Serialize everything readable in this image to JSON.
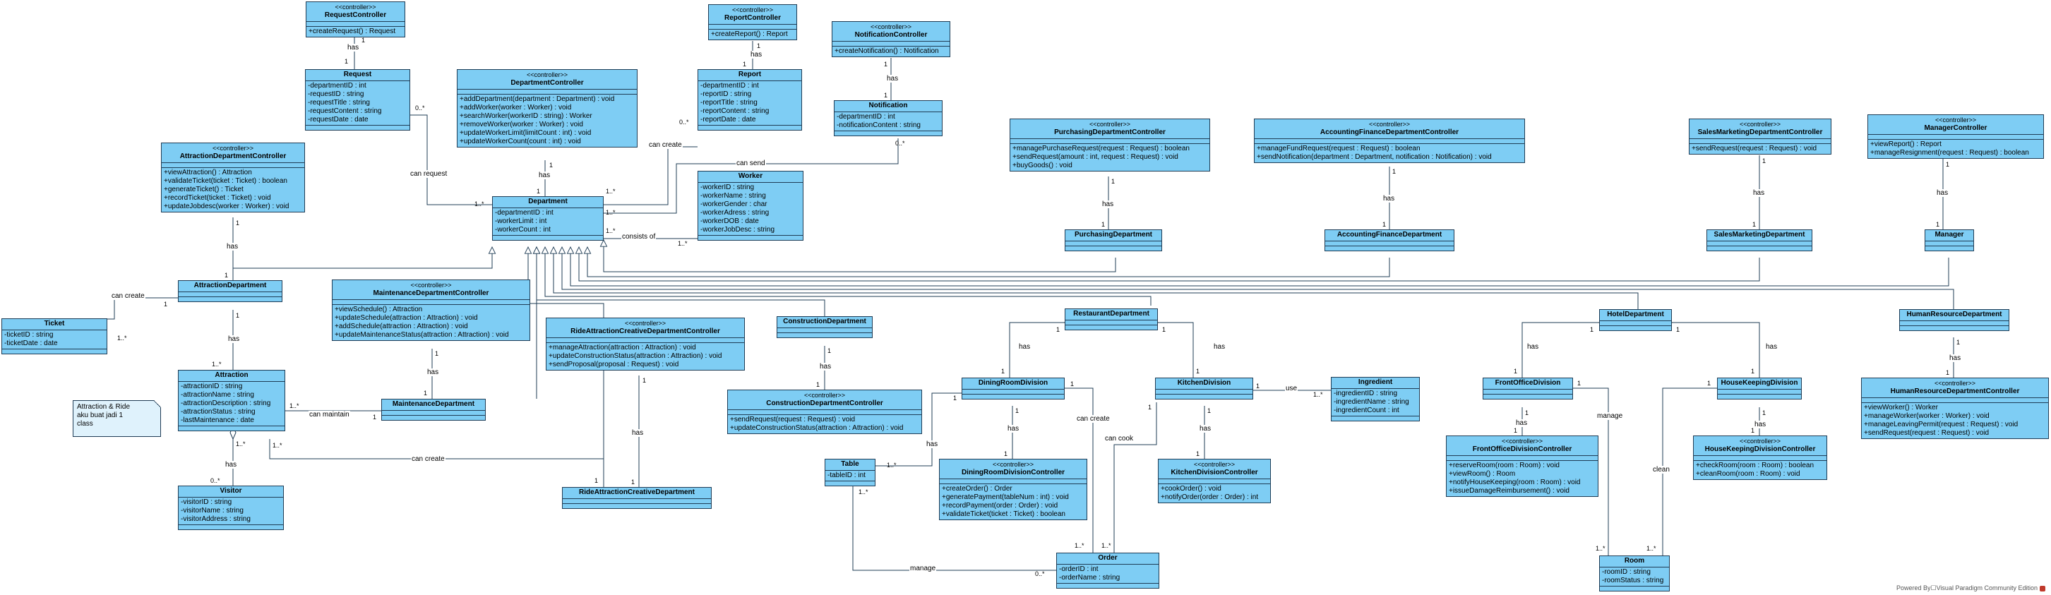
{
  "classes": {
    "request_controller": {
      "stereotype": "<<controller>>",
      "name": "RequestController",
      "attributes": [],
      "operations": [
        "+createRequest() : Request"
      ]
    },
    "request": {
      "stereotype": "",
      "name": "Request",
      "attributes": [
        "-departmentID : int",
        "-requestID : string",
        "-requestTitle : string",
        "-requestContent : string",
        "-requestDate : date"
      ],
      "operations": []
    },
    "department_controller": {
      "stereotype": "<<controller>>",
      "name": "DepartmentController",
      "attributes": [],
      "operations": [
        "+addDepartment(department : Department) : void",
        "+addWorker(worker : Worker) : void",
        "+searchWorker(workerID : string) : Worker",
        "+removeWorker(worker : Worker) : void",
        "+updateWorkerLimit(limitCount : int) : void",
        "+updateWorkerCount(count : int) : void"
      ]
    },
    "report_controller": {
      "stereotype": "<<controller>>",
      "name": "ReportController",
      "attributes": [],
      "operations": [
        "+createReport() : Report"
      ]
    },
    "report": {
      "stereotype": "",
      "name": "Report",
      "attributes": [
        "-departmentID : int",
        "-reportID : string",
        "-reportTitle : string",
        "-reportContent : string",
        "-reportDate : date"
      ],
      "operations": []
    },
    "notification_controller": {
      "stereotype": "<<controller>>",
      "name": "NotificationController",
      "attributes": [],
      "operations": [
        "+createNotification() : Notification"
      ]
    },
    "notification": {
      "stereotype": "",
      "name": "Notification",
      "attributes": [
        "-departmentID : int",
        "-notificationContent : string"
      ],
      "operations": []
    },
    "worker": {
      "stereotype": "",
      "name": "Worker",
      "attributes": [
        "-workerID : string",
        "-workerName : string",
        "-workerGender : char",
        "-workerAdress : string",
        "-workerDOB : date",
        "-workerJobDesc : string"
      ],
      "operations": []
    },
    "department": {
      "stereotype": "",
      "name": "Department",
      "attributes": [
        "-departmentID : int",
        "-workerLimit : int",
        "-workerCount : int"
      ],
      "operations": []
    },
    "attraction_department_controller": {
      "stereotype": "<<controller>>",
      "name": "AttractionDepartmentController",
      "attributes": [],
      "operations": [
        "+viewAttraction() : Attraction",
        "+validateTicket(ticket : Ticket) : boolean",
        "+generateTicket() : Ticket",
        "+recordTicket(ticket : Ticket) : void",
        "+updateJobdesc(worker : Worker) : void"
      ]
    },
    "attraction_department": {
      "stereotype": "",
      "name": "AttractionDepartment",
      "attributes": [],
      "operations": []
    },
    "ticket": {
      "stereotype": "",
      "name": "Ticket",
      "attributes": [
        "-ticketID : string",
        "-ticketDate : date"
      ],
      "operations": []
    },
    "attraction": {
      "stereotype": "",
      "name": "Attraction",
      "attributes": [
        "-attractionID : string",
        "-attractionName : string",
        "-attractionDescription : string",
        "-attractionStatus : string",
        "-lastMaintenance : date"
      ],
      "operations": []
    },
    "visitor": {
      "stereotype": "",
      "name": "Visitor",
      "attributes": [
        "-visitorID : string",
        "-visitorName : string",
        "-visitorAddress : string"
      ],
      "operations": []
    },
    "maintenance_department_controller": {
      "stereotype": "<<controller>>",
      "name": "MaintenanceDepartmentController",
      "attributes": [],
      "operations": [
        "+viewSchedule() : Attraction",
        "+updateSchedule(attraction : Attraction) : void",
        "+addSchedule(attraction : Attraction) : void",
        "+updateMaintenanceStatus(attraction : Attraction) : void"
      ]
    },
    "maintenance_department": {
      "stereotype": "",
      "name": "MaintenanceDepartment",
      "attributes": [],
      "operations": []
    },
    "ride_attraction_creative_department_controller": {
      "stereotype": "<<controller>>",
      "name": "RideAttractionCreativeDepartmentController",
      "attributes": [],
      "operations": [
        "+manageAttraction(attraction : Attraction) : void",
        "+updateConstructionStatus(attraction : Attraction) : void",
        "+sendProposal(proposal : Request) : void"
      ]
    },
    "ride_attraction_creative_department": {
      "stereotype": "",
      "name": "RideAttractionCreativeDepartment",
      "attributes": [],
      "operations": []
    },
    "construction_department": {
      "stereotype": "",
      "name": "ConstructionDepartment",
      "attributes": [],
      "operations": []
    },
    "construction_department_controller": {
      "stereotype": "<<controller>>",
      "name": "ConstructionDepartmentController",
      "attributes": [],
      "operations": [
        "+sendRequest(request : Request) : void",
        "+updateConstructionStatus(attraction : Attraction) : void"
      ]
    },
    "purchasing_department_controller": {
      "stereotype": "<<controller>>",
      "name": "PurchasingDepartmentController",
      "attributes": [],
      "operations": [
        "+managePurchaseRequest(request : Request) : boolean",
        "+sendRequest(amount : int, request : Request) : void",
        "+buyGoods() : void"
      ]
    },
    "purchasing_department": {
      "stereotype": "",
      "name": "PurchasingDepartment",
      "attributes": [],
      "operations": []
    },
    "accounting_finance_department_controller": {
      "stereotype": "<<controller>>",
      "name": "AccountingFinanceDepartmentController",
      "attributes": [],
      "operations": [
        "+manageFundRequest(request : Request) : boolean",
        "+sendNotification(department : Department, notification : Notification) : void"
      ]
    },
    "accounting_finance_department": {
      "stereotype": "",
      "name": "AccountingFinanceDepartment",
      "attributes": [],
      "operations": []
    },
    "sales_marketing_department_controller": {
      "stereotype": "<<controller>>",
      "name": "SalesMarketingDepartmentController",
      "attributes": [],
      "operations": [
        "+sendRequest(request : Request) : void"
      ]
    },
    "sales_marketing_department": {
      "stereotype": "",
      "name": "SalesMarketingDepartment",
      "attributes": [],
      "operations": []
    },
    "manager_controller": {
      "stereotype": "<<controller>>",
      "name": "ManagerController",
      "attributes": [],
      "operations": [
        "+viewReport() : Report",
        "+manageResignment(request : Request) : boolean"
      ]
    },
    "manager": {
      "stereotype": "",
      "name": "Manager",
      "attributes": [],
      "operations": []
    },
    "restaurant_department": {
      "stereotype": "",
      "name": "RestaurantDepartment",
      "attributes": [],
      "operations": []
    },
    "dining_room_division": {
      "stereotype": "",
      "name": "DiningRoomDivision",
      "attributes": [],
      "operations": []
    },
    "dining_room_division_controller": {
      "stereotype": "<<controller>>",
      "name": "DiningRoomDivisionController",
      "attributes": [],
      "operations": [
        "+createOrder() : Order",
        "+generatePayment(tableNum : int) : void",
        "+recordPayment(order : Order) : void",
        "+validateTicket(ticket : Ticket) : boolean"
      ]
    },
    "table": {
      "stereotype": "",
      "name": "Table",
      "attributes": [
        "-tableID : int"
      ],
      "operations": []
    },
    "kitchen_division": {
      "stereotype": "",
      "name": "KitchenDivision",
      "attributes": [],
      "operations": []
    },
    "kitchen_division_controller": {
      "stereotype": "<<controller>>",
      "name": "KitchenDivisionController",
      "attributes": [],
      "operations": [
        "+cookOrder() : void",
        "+notifyOrder(order : Order) : int"
      ]
    },
    "ingredient": {
      "stereotype": "",
      "name": "Ingredient",
      "attributes": [
        "-ingredientID : string",
        "-ingredientName : string",
        "-ingredientCount : int"
      ],
      "operations": []
    },
    "order": {
      "stereotype": "",
      "name": "Order",
      "attributes": [
        "-orderID : int",
        "-orderName : string"
      ],
      "operations": []
    },
    "hotel_department": {
      "stereotype": "",
      "name": "HotelDepartment",
      "attributes": [],
      "operations": []
    },
    "front_office_division": {
      "stereotype": "",
      "name": "FrontOfficeDivision",
      "attributes": [],
      "operations": []
    },
    "front_office_division_controller": {
      "stereotype": "<<controller>>",
      "name": "FrontOfficeDivisionController",
      "attributes": [],
      "operations": [
        "+reserveRoom(room : Room) : void",
        "+viewRoom() : Room",
        "+notifyHouseKeeping(room : Room) : void",
        "+issueDamageReimbursement() : void"
      ]
    },
    "house_keeping_division": {
      "stereotype": "",
      "name": "HouseKeepingDivision",
      "attributes": [],
      "operations": []
    },
    "house_keeping_division_controller": {
      "stereotype": "<<controller>>",
      "name": "HouseKeepingDivisionController",
      "attributes": [],
      "operations": [
        "+checkRoom(room : Room) : boolean",
        "+cleanRoom(room : Room) : void"
      ]
    },
    "room": {
      "stereotype": "",
      "name": "Room",
      "attributes": [
        "-roomID : string",
        "-roomStatus : string"
      ],
      "operations": []
    },
    "human_resource_department": {
      "stereotype": "",
      "name": "HumanResourceDepartment",
      "attributes": [],
      "operations": []
    },
    "human_resource_department_controller": {
      "stereotype": "<<controller>>",
      "name": "HumanResourceDepartmentController",
      "attributes": [],
      "operations": [
        "+viewWorker() : Worker",
        "+manageWorker(worker : Worker) : void",
        "+manageLeavingPermit(request : Request) : void",
        "+sendRequest(request : Request) : void"
      ]
    }
  },
  "note": {
    "lines": [
      "Attraction & Ride",
      "aku buat jadi 1",
      "class"
    ]
  },
  "association_labels": {
    "has": "has",
    "can_request": "can request",
    "can_create": "can create",
    "can_send": "can send",
    "consists_of": "consists of",
    "can_maintain": "can maintain",
    "use": "use",
    "can_cook": "can cook",
    "manage": "manage",
    "clean": "clean"
  },
  "multiplicities": {
    "one": "1",
    "many": "1..*",
    "zero_many": "0..*"
  },
  "watermark": "Powered By☐Visual Paradigm Community Edition"
}
